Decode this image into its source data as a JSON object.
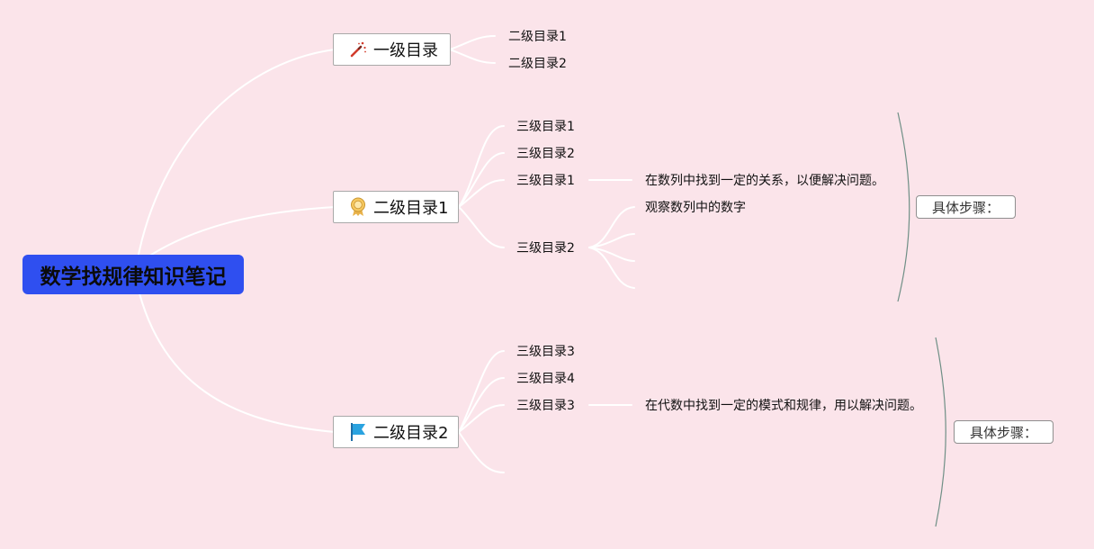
{
  "mindmap": {
    "root": "数学找规律知识笔记",
    "topic1": {
      "icon": "magic-wand-icon",
      "label": "一级目录",
      "children": [
        "二级目录1",
        "二级目录2"
      ]
    },
    "topic2": {
      "icon": "award-ribbon-icon",
      "label": "二级目录1",
      "children": [
        "三级目录1",
        "三级目录2",
        "三级目录1",
        "三级目录2"
      ],
      "detail1": "在数列中找到一定的关系，以便解决问题。",
      "detail2": "观察数列中的数字",
      "summary": "具体步骤："
    },
    "topic3": {
      "icon": "flag-icon",
      "label": "二级目录2",
      "children": [
        "三级目录3",
        "三级目录4",
        "三级目录3"
      ],
      "detail1": "在代数中找到一定的模式和规律，用以解决问题。",
      "summary": "具体步骤："
    }
  }
}
